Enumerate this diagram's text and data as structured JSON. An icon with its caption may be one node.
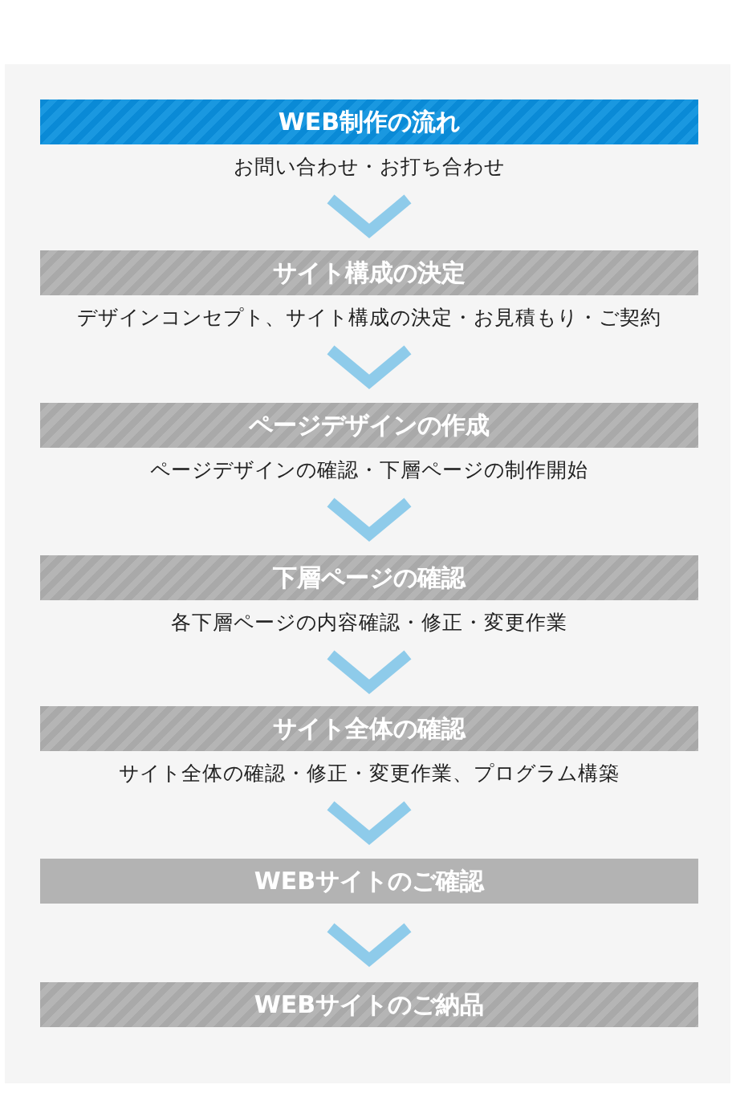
{
  "diagram": {
    "nodes": [
      {
        "text": [
          "WEB制作の流れ"
        ],
        "beside": [
          "お問い合わせ・お打ち合わせ"
        ]
      },
      {
        "text": [
          "サイト構成の決定"
        ],
        "beside": [
          "デザインコンセプト、サイト構成の決定・お見積もり・ご契約"
        ]
      },
      {
        "text": [
          "ページデザインの作成"
        ],
        "beside": [
          "ページデザインの確認・下層ページの制作開始"
        ]
      },
      {
        "text": [
          "下層ページの確認"
        ],
        "beside": [
          "各下層ページの内容確認・修正・変更作業"
        ]
      },
      {
        "text": [
          "サイト全体の確認"
        ],
        "beside": [
          "サイト全体の確認・修正・変更作業、プログラム構築"
        ]
      },
      {
        "text": [
          "WEBサイトのご確認"
        ]
      },
      {
        "text": [
          "WEBサイトのご納品"
        ]
      }
    ],
    "edges": [
      {
        "from": 0,
        "to": 1,
        "arrow": "to"
      },
      {
        "from": 1,
        "to": 2,
        "arrow": "to"
      },
      {
        "from": 2,
        "to": 3,
        "arrow": "to"
      },
      {
        "from": 3,
        "to": 4,
        "arrow": "to"
      },
      {
        "from": 4,
        "to": 5,
        "arrow": "to"
      },
      {
        "from": 5,
        "to": 6,
        "arrow": "to"
      }
    ]
  }
}
